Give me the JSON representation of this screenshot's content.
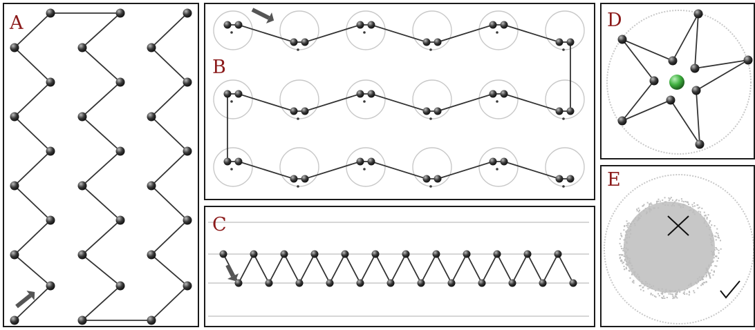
{
  "figure": {
    "panels": [
      {
        "id": "A",
        "label": "A",
        "layout": "vertical-zigzag-chains"
      },
      {
        "id": "B",
        "label": "B",
        "layout": "horizontal-serpentine-of-dimers"
      },
      {
        "id": "C",
        "label": "C",
        "layout": "linear-zigzag-between-lines"
      },
      {
        "id": "D",
        "label": "D",
        "layout": "pentagram-in-circle"
      },
      {
        "id": "E",
        "label": "E",
        "layout": "scatter-disc-in-circle"
      }
    ],
    "colors": {
      "border": "#1a1a1a",
      "label": "#8b1a1a",
      "bead": "#3a3a3a",
      "bond": "#333333",
      "ghost": "#c8c8c8",
      "arrow": "#555555",
      "center_bead": "#3fb03f",
      "scatter": "#bdbdbd"
    },
    "icons": [
      "right-arrow-icon",
      "down-arrow-icon",
      "cross-marker-icon",
      "check-marker-icon"
    ]
  }
}
